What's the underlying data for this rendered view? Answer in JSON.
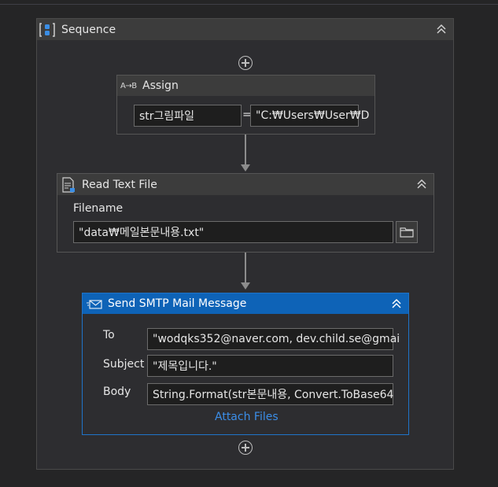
{
  "sequence": {
    "title": "Sequence"
  },
  "assign": {
    "title": "Assign",
    "icon_text": "A→B",
    "to_value": "str그림파일",
    "equals": "=",
    "value": "\"C:₩Users₩User₩D"
  },
  "read_text_file": {
    "title": "Read Text File",
    "filename_label": "Filename",
    "filename_value": "\"data₩메일본문내용.txt\""
  },
  "smtp": {
    "title": "Send SMTP Mail Message",
    "to_label": "To",
    "to_value": "\"wodqks352@naver.com, dev.child.se@gmai",
    "subject_label": "Subject",
    "subject_value": "\"제목입니다.\"",
    "body_label": "Body",
    "body_value": "String.Format(str본문내용, Convert.ToBase64",
    "attach_label": "Attach Files"
  },
  "colors": {
    "background": "#252526",
    "panel": "#2d2d30",
    "header": "#3c3c3c",
    "smtp_header": "#0e63b7",
    "link": "#3b8ee8"
  }
}
